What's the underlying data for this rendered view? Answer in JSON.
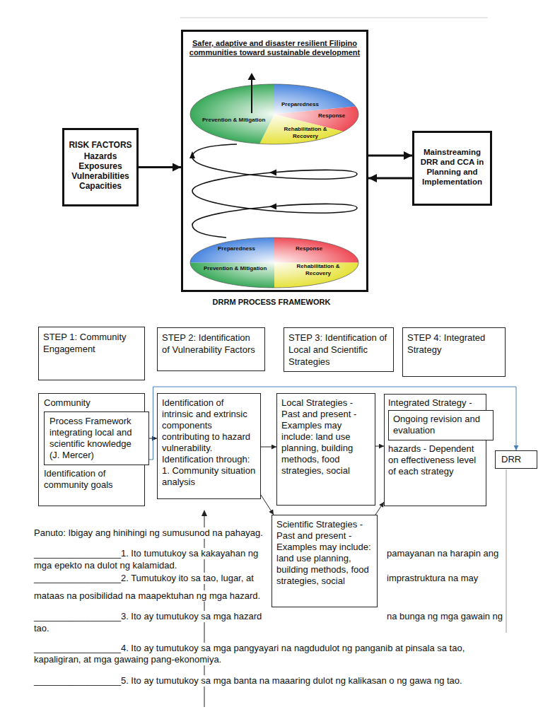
{
  "diagram": {
    "caption": "DRRM PROCESS FRAMEWORK",
    "nodes": [
      {
        "text": [
          "RISK FACTORS",
          "Hazards",
          "Exposures",
          "Vulnerabilities",
          "Capacities"
        ]
      },
      {
        "text": [
          "Safer, adaptive and disaster resilient Filipino communities toward sustainable development"
        ]
      },
      {
        "text": [
          "Preparedness",
          "Response",
          "Prevention & Mitigation",
          "Rehabilitation & Recovery"
        ],
        "in": 1
      },
      {
        "text": [
          "Preparedness",
          "Response",
          "Prevention & Mitigation",
          "Rehabilitation & Recovery"
        ],
        "in": 1
      },
      {
        "text": [
          "Mainstreaming DRR and CCA in Planning and Implementation"
        ]
      },
      {
        "text": [
          "STEP 1: Community Engagement"
        ]
      },
      {
        "text": [
          "STEP 2: Identification of Vulnerability Factors"
        ]
      },
      {
        "text": [
          "STEP 3: Identification of Local and Scientific Strategies"
        ]
      },
      {
        "text": [
          "STEP 4: Integrated Strategy"
        ]
      },
      {
        "text": [
          "Community",
          "Identification of community goals"
        ]
      },
      {
        "text": [
          "Process Framework integrating local and scientific knowledge (J. Mercer)"
        ]
      },
      {
        "text": [
          "Identification of intrinsic and extrinsic components contributing to hazard vulnerability.",
          "Identification through:",
          "1. Community situation analysis"
        ]
      },
      {
        "text": [
          "Local Strategies - Past and present - Examples may include: land use planning, building methods, food strategies, social"
        ]
      },
      {
        "text": [
          "Scientific Strategies - Past and present - Examples may include: land use planning, building methods, food strategies, social"
        ]
      },
      {
        "text": [
          "Integrated Strategy -",
          "hazards - Dependent on effectiveness level of each strategy"
        ]
      },
      {
        "text": [
          "Ongoing revision and evaluation"
        ]
      },
      {
        "text": [
          "DRR"
        ]
      }
    ],
    "edges": [
      {
        "from": 0,
        "to": 1,
        "arrow": "to"
      },
      {
        "from": 1,
        "to": 4,
        "arrow": "to"
      },
      {
        "from": 4,
        "to": 1,
        "arrow": "to"
      },
      {
        "from": 10,
        "to": 11,
        "arrow": "to"
      },
      {
        "from": 11,
        "to": 12,
        "arrow": "to"
      },
      {
        "from": 11,
        "to": 13,
        "arrow": "to"
      },
      {
        "from": 12,
        "to": 14,
        "arrow": "to"
      },
      {
        "from": 13,
        "to": 14,
        "arrow": "to"
      },
      {
        "from": 10,
        "to": 16,
        "arrow": "to"
      }
    ],
    "labels": [
      "Panuto: Ibigay ang hinihingi ng sumusunod na pahayag.",
      "_________________1. Ito tumutukoy sa kakayahan ng",
      "pamayanan na harapin ang",
      "mga epekto na dulot ng kalamidad.",
      "_________________2. Tumutukoy ito sa tao, lugar, at",
      "imprastruktura na may",
      "mataas na posibilidad na maapektuhan ng mga hazard.",
      "_________________3. Ito ay tumutukoy sa mga hazard",
      "na bunga ng mga gawain ng",
      "tao.",
      "_________________4. Ito ay tumutukoy sa mga pangyayari na nagdudulot ng panganib at pinsala sa tao, kapaligiran, at mga gawaing pang-ekonomiya.",
      "_________________5. Ito ay tumutukoy sa mga banta na maaaring dulot ng kalikasan o ng gawa ng tao."
    ]
  }
}
